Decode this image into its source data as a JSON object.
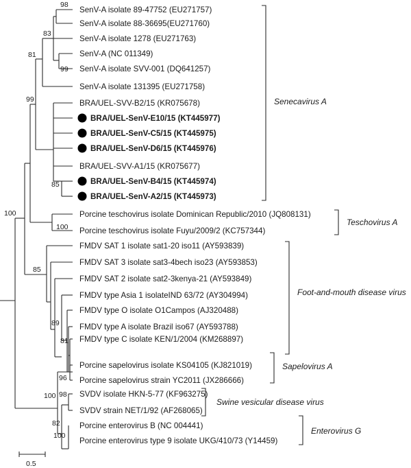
{
  "tips": [
    {
      "label": "SenV-A isolate 89-47752 (EU271757)",
      "bold": false,
      "marker": false
    },
    {
      "label": "SenV-A isolate 88-36695(EU271760)",
      "bold": false,
      "marker": false
    },
    {
      "label": "SenV-A isolate 1278 (EU271763)",
      "bold": false,
      "marker": false
    },
    {
      "label": "SenV-A (NC 011349)",
      "bold": false,
      "marker": false
    },
    {
      "label": "SenV-A isolate SVV-001 (DQ641257)",
      "bold": false,
      "marker": false
    },
    {
      "label": "SenV-A isolate 131395 (EU271758)",
      "bold": false,
      "marker": false
    },
    {
      "label": "BRA/UEL-SVV-B2/15 (KR075678)",
      "bold": false,
      "marker": false
    },
    {
      "label": "BRA/UEL-SenV-E10/15 (KT445977)",
      "bold": true,
      "marker": true
    },
    {
      "label": "BRA/UEL-SenV-C5/15 (KT445975)",
      "bold": true,
      "marker": true
    },
    {
      "label": "BRA/UEL-SenV-D6/15 (KT445976)",
      "bold": true,
      "marker": true
    },
    {
      "label": "BRA/UEL-SVV-A1/15 (KR075677)",
      "bold": false,
      "marker": false
    },
    {
      "label": "BRA/UEL-SenV-B4/15 (KT445974)",
      "bold": true,
      "marker": true
    },
    {
      "label": "BRA/UEL-SenV-A2/15 (KT445973)",
      "bold": true,
      "marker": true
    },
    {
      "label": "Porcine teschovirus isolate Dominican Republic/2010 (JQ808131)",
      "bold": false,
      "marker": false
    },
    {
      "label": "Porcine teschovirus isolate Fuyu/2009/2 (KC757344)",
      "bold": false,
      "marker": false
    },
    {
      "label": "FMDV SAT 1 isolate sat1-20 iso11 (AY593839)",
      "bold": false,
      "marker": false
    },
    {
      "label": "FMDV SAT 3 isolate sat3-4bech iso23 (AY593853)",
      "bold": false,
      "marker": false
    },
    {
      "label": "FMDV SAT 2 isolate sat2-3kenya-21 (AY593849)",
      "bold": false,
      "marker": false
    },
    {
      "label": "FMDV type Asia 1 isolateIND 63/72 (AY304994)",
      "bold": false,
      "marker": false
    },
    {
      "label": "FMDV type O isolate O1Campos (AJ320488)",
      "bold": false,
      "marker": false
    },
    {
      "label": "FMDV type A isolate Brazil iso67 (AY593788)",
      "bold": false,
      "marker": false
    },
    {
      "label": "FMDV type C isolate KEN/1/2004 (KM268897)",
      "bold": false,
      "marker": false
    },
    {
      "label": "Porcine sapelovirus isolate KS04105 (KJ821019)",
      "bold": false,
      "marker": false
    },
    {
      "label": "Porcine sapelovirus strain YC2011 (JX286666)",
      "bold": false,
      "marker": false
    },
    {
      "label": "SVDV isolate HKN-5-77 (KF963275)",
      "bold": false,
      "marker": false
    },
    {
      "label": "SVDV strain NET/1/92 (AF268065)",
      "bold": false,
      "marker": false
    },
    {
      "label": "Porcine enterovirus B (NC 004441)",
      "bold": false,
      "marker": false
    },
    {
      "label": "Porcine enterovirus type 9 isolate UKG/410/73 (Y14459)",
      "bold": false,
      "marker": false
    }
  ],
  "bootstrap": [
    {
      "value": "98"
    },
    {
      "value": "83"
    },
    {
      "value": "81"
    },
    {
      "value": "99"
    },
    {
      "value": "99"
    },
    {
      "value": "85"
    },
    {
      "value": "100"
    },
    {
      "value": "100"
    },
    {
      "value": "85"
    },
    {
      "value": "89"
    },
    {
      "value": "81"
    },
    {
      "value": "96"
    },
    {
      "value": "100"
    },
    {
      "value": "98"
    },
    {
      "value": "82"
    },
    {
      "value": "100"
    }
  ],
  "clades": [
    {
      "name": "Senecavirus A"
    },
    {
      "name": "Teschovirus A"
    },
    {
      "name": "Foot-and-mouth disease virus"
    },
    {
      "name": "Sapelovirus A"
    },
    {
      "name": "Swine vesicular disease virus"
    },
    {
      "name": "Enterovirus G"
    }
  ],
  "scale": {
    "label": "0.5"
  },
  "colors": {
    "line": "#2a2a2a",
    "text": "#1a1a1a",
    "marker": "#000000"
  }
}
